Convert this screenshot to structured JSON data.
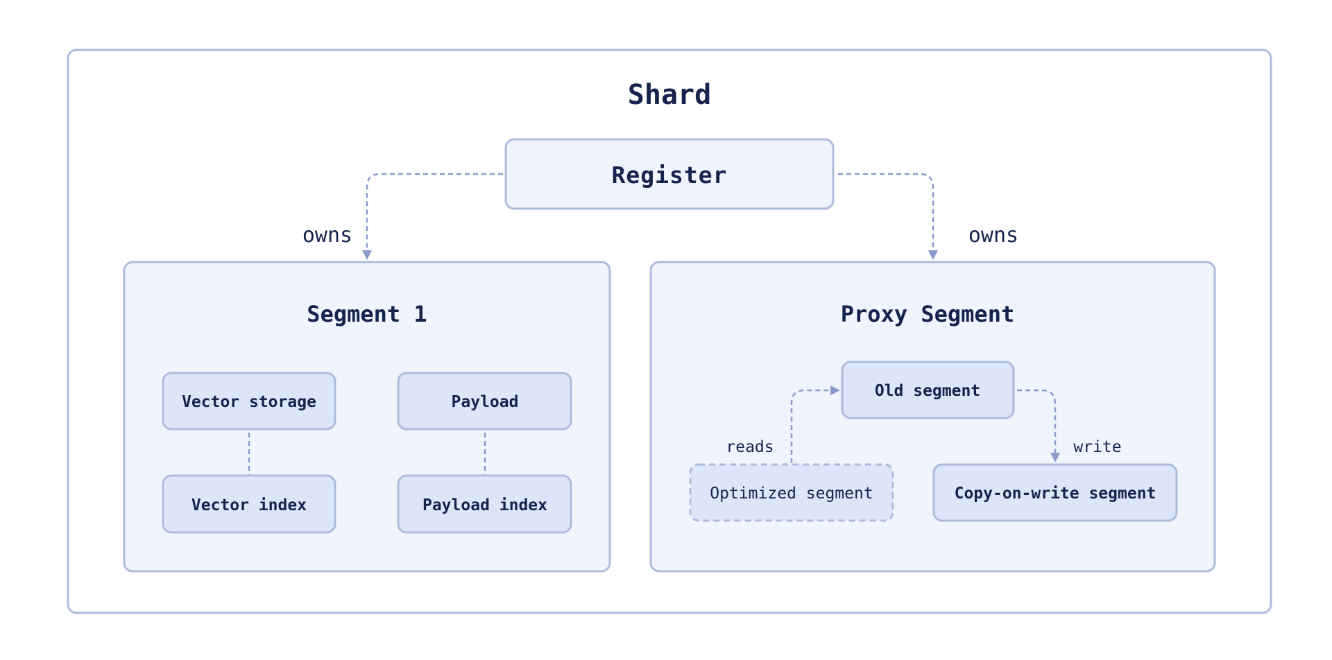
{
  "diagram": {
    "title": "Shard",
    "register": "Register",
    "segment_left": {
      "title": "Segment 1",
      "vector_storage": "Vector storage",
      "vector_index": "Vector index",
      "payload": "Payload",
      "payload_index": "Payload index"
    },
    "segment_right": {
      "title": "Proxy Segment",
      "old_segment": "Old segment",
      "optimized_segment": "Optimized segment",
      "cow_segment": "Copy-on-write segment"
    },
    "edges": {
      "owns_left": "owns",
      "owns_right": "owns",
      "reads": "reads",
      "write": "write"
    }
  },
  "colors": {
    "border": "#aebbdd",
    "fill_light": "#f0f5fd",
    "fill_inner": "#dde6f8",
    "arrow": "#8a9acb",
    "text": "#16234d"
  }
}
